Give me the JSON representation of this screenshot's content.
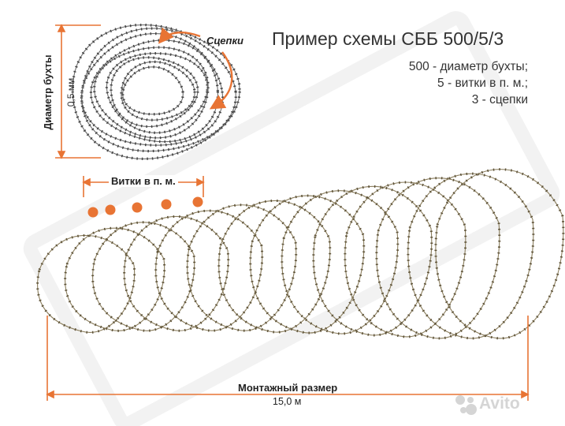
{
  "title": "Пример схемы СББ 500/5/3",
  "legend": [
    "500 - диаметр бухты;",
    "5 - витки в п. м.;",
    "3 - сцепки"
  ],
  "labels": {
    "hooks": "Сцепки",
    "turns": "Витки в п. м.",
    "diameter": "Диаметр бухты",
    "diameter_value": "0,5 мм",
    "mount": "Монтажный размер",
    "mount_value": "15,0 м"
  },
  "watermark": "Avito",
  "colors": {
    "accent": "#e87434",
    "wire": "#8a7d5c",
    "text": "#333333"
  }
}
